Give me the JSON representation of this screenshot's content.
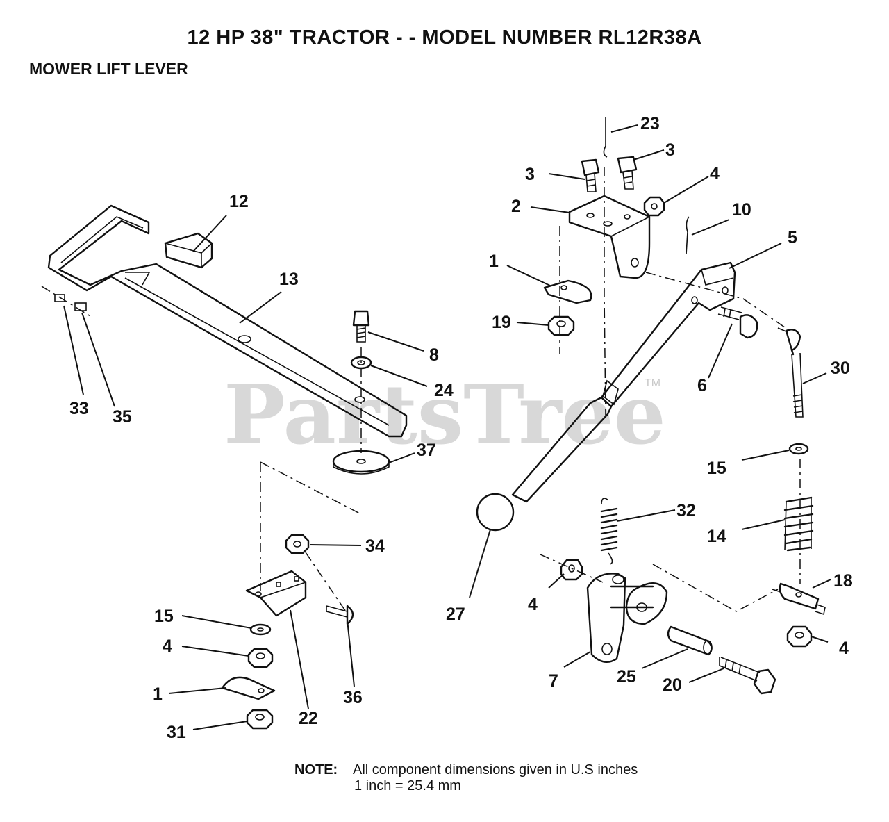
{
  "title": "12 HP 38\" TRACTOR - - MODEL NUMBER RL12R38A",
  "subtitle": "MOWER LIFT LEVER",
  "watermark": {
    "text": "PartsTree",
    "mark": "TM"
  },
  "note": {
    "label": "NOTE:",
    "line1": "All component dimensions given in U.S  inches",
    "line2": "1 inch = 25.4 mm"
  },
  "callouts": {
    "p1a": "1",
    "p1b": "1",
    "p2": "2",
    "p3a": "3",
    "p3b": "3",
    "p4a": "4",
    "p4b": "4",
    "p4c": "4",
    "p4d": "4",
    "p5": "5",
    "p6": "6",
    "p7": "7",
    "p8": "8",
    "p10": "10",
    "p12": "12",
    "p13": "13",
    "p14": "14",
    "p15a": "15",
    "p15b": "15",
    "p18": "18",
    "p19": "19",
    "p20": "20",
    "p22": "22",
    "p23": "23",
    "p24": "24",
    "p25": "25",
    "p27": "27",
    "p30": "30",
    "p31": "31",
    "p32": "32",
    "p33": "33",
    "p34": "34",
    "p35": "35",
    "p36": "36",
    "p37": "37"
  }
}
